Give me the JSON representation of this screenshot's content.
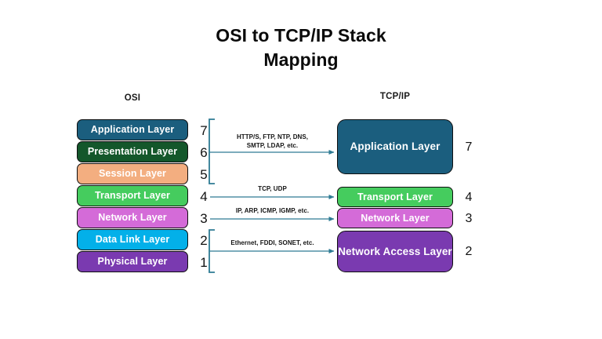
{
  "title": {
    "line1": "OSI to TCP/IP Stack",
    "line2": "Mapping"
  },
  "columns": {
    "osi_header": "OSI",
    "tcpip_header": "TCP/IP"
  },
  "osi_stack": {
    "layers": [
      {
        "label": "Application Layer",
        "number": "7",
        "color": "#1B5E7E"
      },
      {
        "label": "Presentation Layer",
        "number": "6",
        "color": "#14572B"
      },
      {
        "label": "Session Layer",
        "number": "5",
        "color": "#F3AE80"
      },
      {
        "label": "Transport Layer",
        "number": "4",
        "color": "#45CC5E"
      },
      {
        "label": "Network Layer",
        "number": "3",
        "color": "#D46BD8"
      },
      {
        "label": "Data Link Layer",
        "number": "2",
        "color": "#03B0E9"
      },
      {
        "label": "Physical Layer",
        "number": "1",
        "color": "#7A3AB0"
      }
    ]
  },
  "tcpip_stack": {
    "layers": [
      {
        "label": "Application Layer",
        "number": "7",
        "color": "#1B5E7E"
      },
      {
        "label": "Transport Layer",
        "number": "4",
        "color": "#45CC5E"
      },
      {
        "label": "Network Layer",
        "number": "3",
        "color": "#D46BD8"
      },
      {
        "label": "Network Access Layer",
        "number": "2",
        "color": "#7A3AB0"
      }
    ]
  },
  "mappings": [
    {
      "protocols_line1": "HTTP/S, FTP, NTP, DNS,",
      "protocols_line2": "SMTP, LDAP, etc."
    },
    {
      "protocols_line1": "TCP, UDP",
      "protocols_line2": ""
    },
    {
      "protocols_line1": "IP, ARP, ICMP, IGMP, etc.",
      "protocols_line2": ""
    },
    {
      "protocols_line1": "Ethernet, FDDI, SONET, etc.",
      "protocols_line2": ""
    }
  ],
  "theme": {
    "connector_color": "#2E7B94",
    "box_border": "#0f0f0f",
    "background": "#ffffff"
  }
}
